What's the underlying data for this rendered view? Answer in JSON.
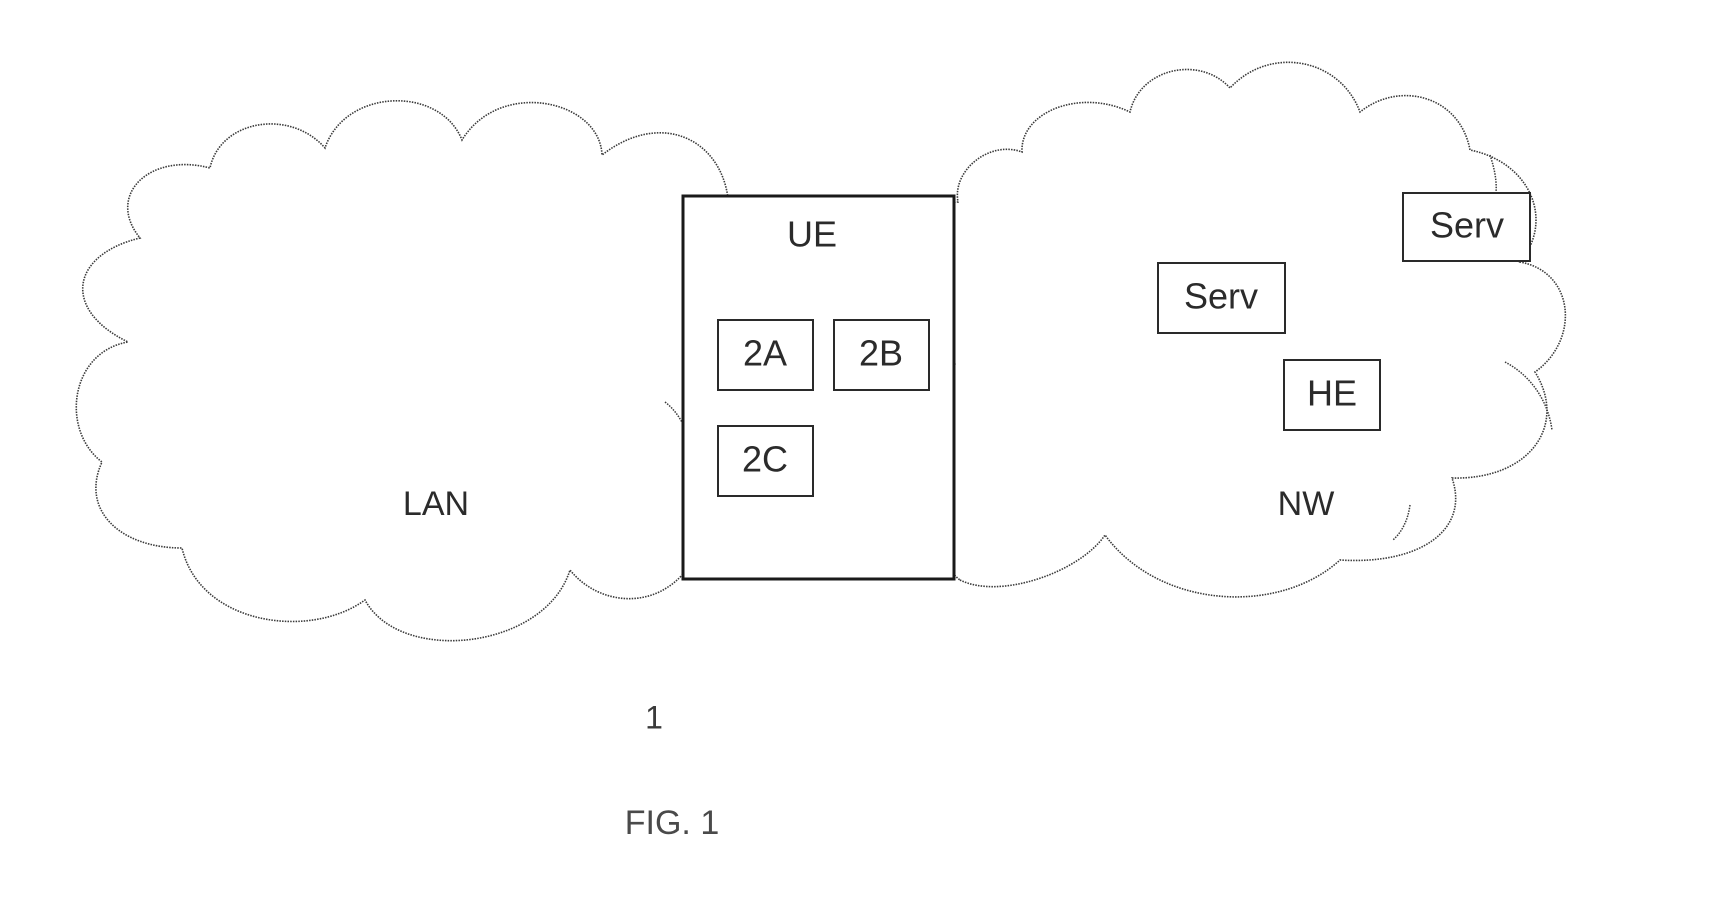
{
  "diagram": {
    "lan_label": "LAN",
    "nw_label": "NW",
    "ue_label": "UE",
    "module_a": "2A",
    "module_b": "2B",
    "module_c": "2C",
    "server_1": "Serv",
    "server_2": "Serv",
    "home_entity": "HE",
    "reference_numeral": "1",
    "figure_caption": "FIG. 1"
  },
  "colors": {
    "line": "#2a2a2a",
    "background": "#ffffff"
  }
}
